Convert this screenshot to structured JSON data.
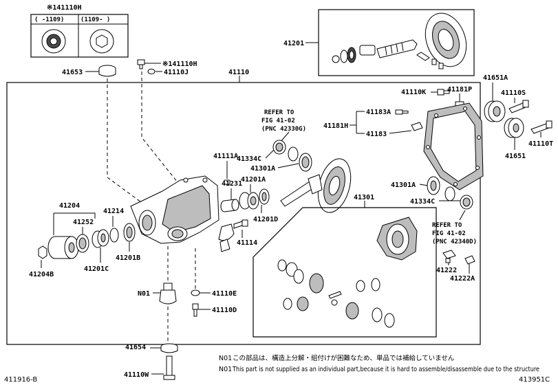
{
  "figure_id_left": "411916-B",
  "figure_id_right": "413951C",
  "inset": {
    "title": "※141110H",
    "col_left": "(    -1109)",
    "col_right": "(1109-    )"
  },
  "labels": {
    "p41201": "41201",
    "p41653": "41653",
    "p41110H_star": "※141110H",
    "p41110J": "41110J",
    "p41110": "41110",
    "p41110K": "41110K",
    "p41181P": "41181P",
    "p41651A": "41651A",
    "p41110S": "41110S",
    "p41183A": "41183A",
    "p41181H": "41181H",
    "p41183": "41183",
    "p41651": "41651",
    "p41110T": "41110T",
    "p41334C_top": "41334C",
    "p41301A_top": "41301A",
    "p41111A": "41111A",
    "p41231": "41231",
    "p41201A": "41201A",
    "p41201D": "41201D",
    "p41114": "41114",
    "p41204": "41204",
    "p41252": "41252",
    "p41214": "41214",
    "p41201B": "41201B",
    "p41201C": "41201C",
    "p41204B": "41204B",
    "p41301": "41301",
    "p41301A_right": "41301A",
    "p41334C_right": "41334C",
    "p41222": "41222",
    "p41222A": "41222A",
    "pN01": "N01",
    "p41110E": "41110E",
    "p41110D": "41110D",
    "p41654": "41654",
    "p41110W": "41110W"
  },
  "refer_left": {
    "l1": "REFER TO",
    "l2": "FIG 41-02",
    "l3": "(PNC 42330G)"
  },
  "refer_right": {
    "l1": "REFER TO",
    "l2": "FIG 41-02",
    "l3": "(PNC 42340D)"
  },
  "note_prefix": "N01",
  "note_jp": "この部品は、構造上分解・組付けが困難なため、単品では補給していません",
  "note_en": "This part is not supplied as an individual part,because it is hard to assemble/disassemble due to the structure"
}
